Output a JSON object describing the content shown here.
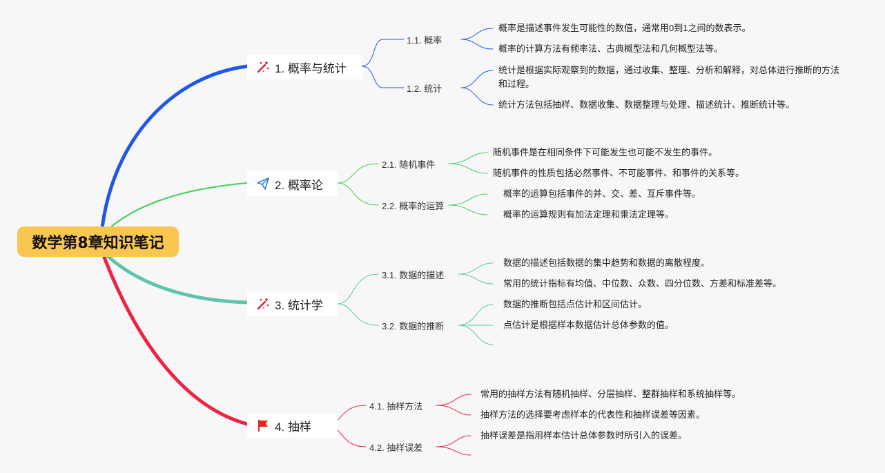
{
  "root": {
    "label": "数学第8章知识笔记"
  },
  "branches": [
    {
      "label": "1. 概率与统计",
      "icon": "magic-wand-icon",
      "color": "#1f57e8",
      "subs": [
        {
          "label": "1.1. 概率",
          "leaves": [
            "概率是描述事件发生可能性的数值，通常用0到1之间的数表示。",
            "概率的计算方法有频率法、古典概型法和几何概型法等。"
          ]
        },
        {
          "label": "1.2. 统计",
          "leaves": [
            "统计是根据实际观察到的数据，通过收集、整理、分析和解释，对总体进行推断的方法和过程。",
            "统计方法包括抽样、数据收集、数据整理与处理、描述统计、推断统计等。"
          ]
        }
      ]
    },
    {
      "label": "2. 概率论",
      "icon": "paper-plane-icon",
      "color": "#3fcf5b",
      "subs": [
        {
          "label": "2.1. 随机事件",
          "leaves": [
            "随机事件是在相同条件下可能发生也可能不发生的事件。",
            "随机事件的性质包括必然事件、不可能事件、和事件的关系等。"
          ]
        },
        {
          "label": "2.2. 概率的运算",
          "leaves": [
            "概率的运算包括事件的并、交、差、互斥事件等。",
            "概率的运算规则有加法定理和乘法定理等。"
          ]
        }
      ]
    },
    {
      "label": "3. 统计学",
      "icon": "magic-wand-icon",
      "color": "#5ec4ad",
      "subs": [
        {
          "label": "3.1. 数据的描述",
          "leaves": [
            "数据的描述包括数据的集中趋势和数据的离散程度。",
            "常用的统计指标有均值、中位数、众数、四分位数、方差和标准差等。"
          ]
        },
        {
          "label": "3.2. 数据的推断",
          "leaves": [
            "数据的推断包括点估计和区间估计。",
            "点估计是根据样本数据估计总体参数的值。",
            ""
          ]
        }
      ]
    },
    {
      "label": "4. 抽样",
      "icon": "flag-icon",
      "color": "#ee2244",
      "subs": [
        {
          "label": "4.1. 抽样方法",
          "leaves": [
            "常用的抽样方法有随机抽样、分层抽样、整群抽样和系统抽样等。",
            "抽样方法的选择要考虑样本的代表性和抽样误差等因素。"
          ]
        },
        {
          "label": "4.2. 抽样误差",
          "leaves": [
            "抽样误差是指用样本估计总体参数时所引入的误差。",
            ""
          ]
        }
      ]
    }
  ]
}
